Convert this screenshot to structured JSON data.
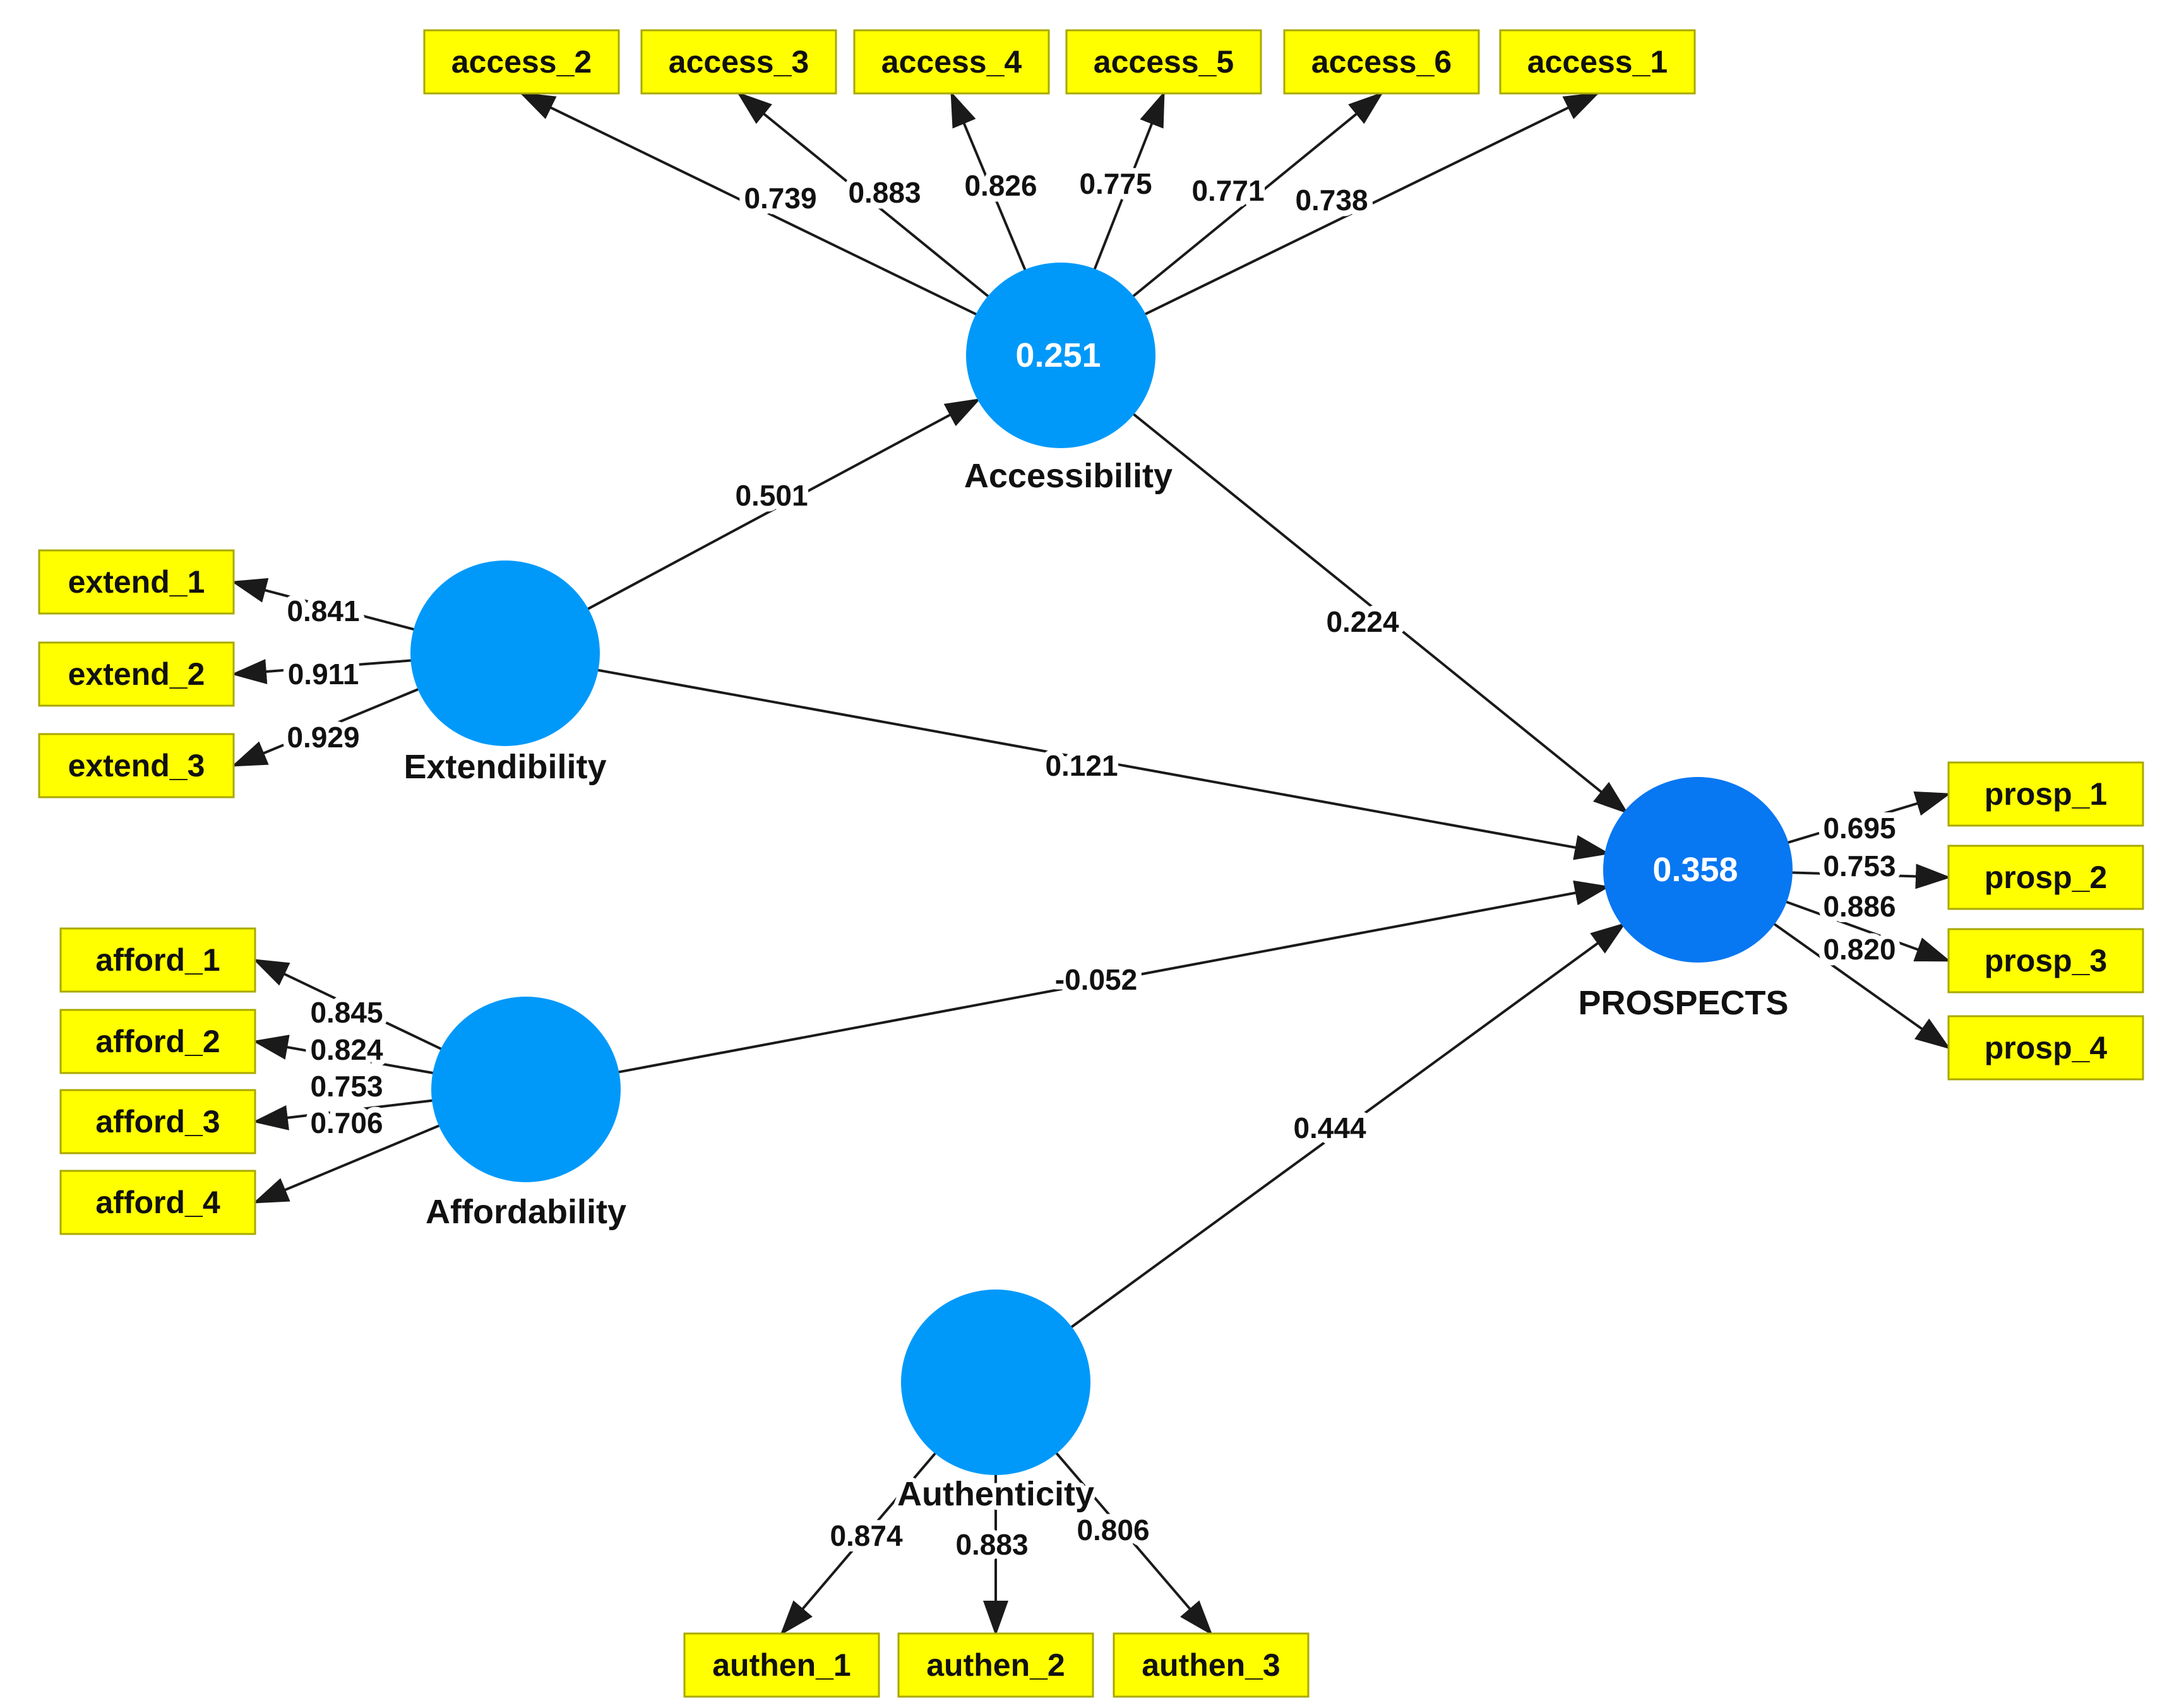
{
  "nodes": {
    "accessibility": {
      "label": "Accessibility",
      "r2": "0.251"
    },
    "extendibility": {
      "label": "Extendibility",
      "r2": ""
    },
    "affordability": {
      "label": "Affordability",
      "r2": ""
    },
    "authenticity": {
      "label": "Authenticity",
      "r2": ""
    },
    "prospects": {
      "label": "PROSPECTS",
      "r2": "0.358"
    }
  },
  "indicators": {
    "access_2": {
      "label": "access_2",
      "loading": "0.739"
    },
    "access_3": {
      "label": "access_3",
      "loading": "0.883"
    },
    "access_4": {
      "label": "access_4",
      "loading": "0.826"
    },
    "access_5": {
      "label": "access_5",
      "loading": "0.775"
    },
    "access_6": {
      "label": "access_6",
      "loading": "0.771"
    },
    "access_1": {
      "label": "access_1",
      "loading": "0.738"
    },
    "extend_1": {
      "label": "extend_1",
      "loading": "0.841"
    },
    "extend_2": {
      "label": "extend_2",
      "loading": "0.911"
    },
    "extend_3": {
      "label": "extend_3",
      "loading": "0.929"
    },
    "afford_1": {
      "label": "afford_1",
      "loading": "0.845"
    },
    "afford_2": {
      "label": "afford_2",
      "loading": "0.824"
    },
    "afford_3": {
      "label": "afford_3",
      "loading": "0.753"
    },
    "afford_4": {
      "label": "afford_4",
      "loading": "0.706"
    },
    "authen_1": {
      "label": "authen_1",
      "loading": "0.874"
    },
    "authen_2": {
      "label": "authen_2",
      "loading": "0.883"
    },
    "authen_3": {
      "label": "authen_3",
      "loading": "0.806"
    },
    "prosp_1": {
      "label": "prosp_1",
      "loading": "0.695"
    },
    "prosp_2": {
      "label": "prosp_2",
      "loading": "0.753"
    },
    "prosp_3": {
      "label": "prosp_3",
      "loading": "0.886"
    },
    "prosp_4": {
      "label": "prosp_4",
      "loading": "0.820"
    }
  },
  "paths": {
    "ext_acc": {
      "from": "Extendibility",
      "to": "Accessibility",
      "coef": "0.501"
    },
    "acc_pro": {
      "from": "Accessibility",
      "to": "PROSPECTS",
      "coef": "0.224"
    },
    "ext_pro": {
      "from": "Extendibility",
      "to": "PROSPECTS",
      "coef": "0.121"
    },
    "aff_pro": {
      "from": "Affordability",
      "to": "PROSPECTS",
      "coef": "-0.052"
    },
    "aut_pro": {
      "from": "Authenticity",
      "to": "PROSPECTS",
      "coef": "0.444"
    }
  },
  "colors": {
    "indicator_fill": "#FFFF00",
    "construct_fill": "#0099FA",
    "highlight_fill": "#0877F2",
    "line": "#1A1A1A"
  }
}
